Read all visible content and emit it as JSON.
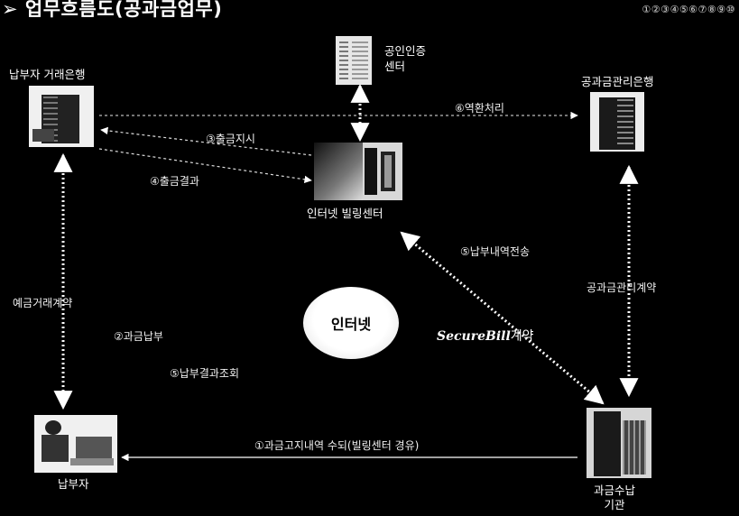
{
  "title": "업무흐름도(공과금업무)",
  "step_numbers": "①②③④⑤⑥⑦⑧⑨⑩",
  "nodes": {
    "cert_center": "공인인증\n센터",
    "taxpayer_bank": "납부자 거래은행",
    "tax_bank": "공과금관리은행",
    "billing_center": "인터넷 빌링센터",
    "taxpayer": "납부자",
    "agency": "과금수납\n기관",
    "internet": "인터넷"
  },
  "edges": {
    "step3": "③출금지시",
    "step4": "④출금결과",
    "step6": "⑥역환처리",
    "step5": "⑤납부내역전송",
    "step1": "①과금고지내역 수되(빌링센터 경유)",
    "step2": "②과금납부",
    "step5b": "⑤납부결과조회",
    "deposit_contract": "예금거래계약",
    "tax_contract": "공과금관리계약",
    "securebill_a": "SecureBill",
    "securebill_b": "계약"
  }
}
